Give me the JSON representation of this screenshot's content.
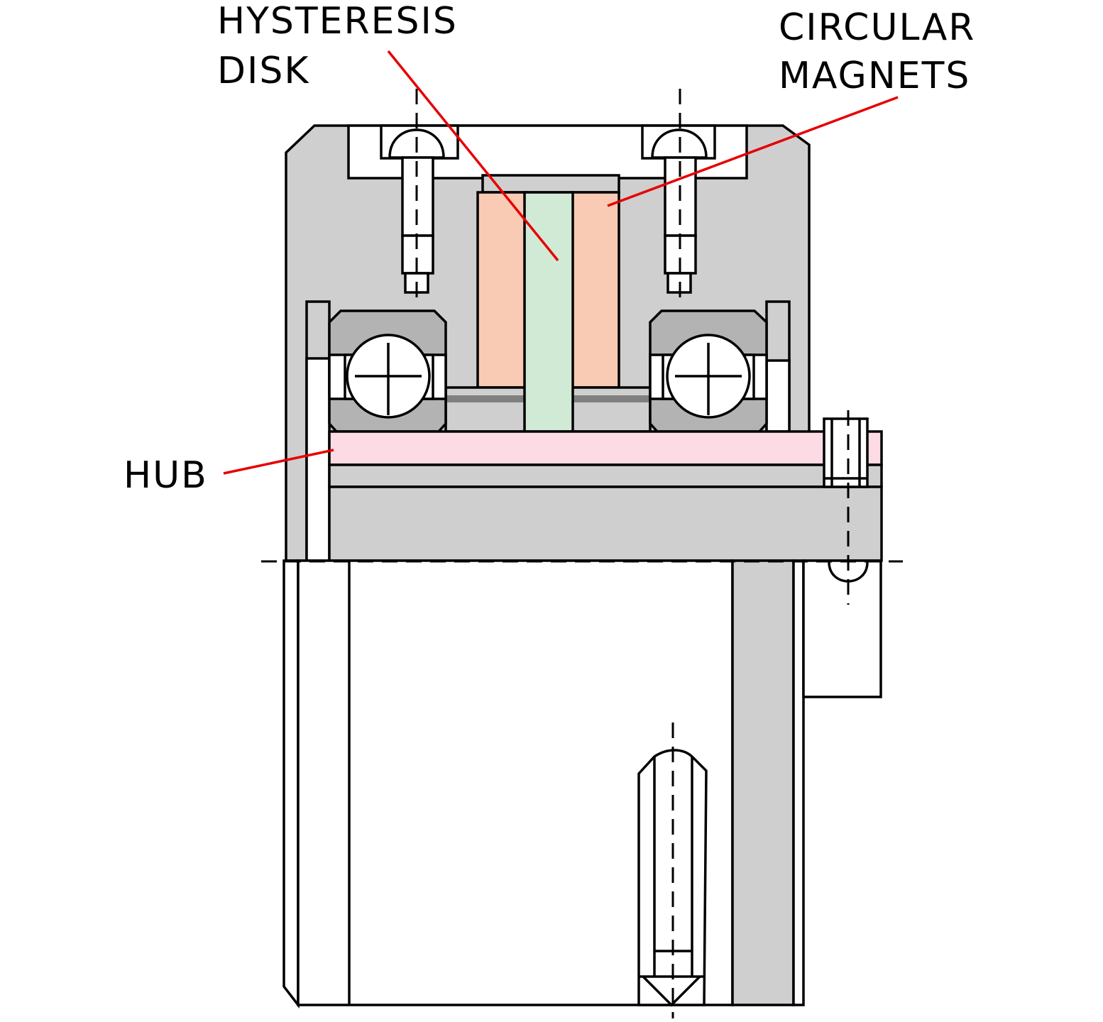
{
  "labels": {
    "hysteresis_line1": "HYSTERESIS",
    "hysteresis_line2": "DISK",
    "magnets_line1": "CIRCULAR",
    "magnets_line2": "MAGNETS",
    "hub": "HUB"
  },
  "colors": {
    "housing_gray": "#cfcfcf",
    "bearing_gray": "#b3b3b3",
    "stripe_gray": "#808080",
    "magnet_salmon": "#f9cbb4",
    "disk_green": "#d0ead6",
    "hub_pink": "#fddbe4",
    "leader_red": "#e60000",
    "outline": "#000000"
  }
}
